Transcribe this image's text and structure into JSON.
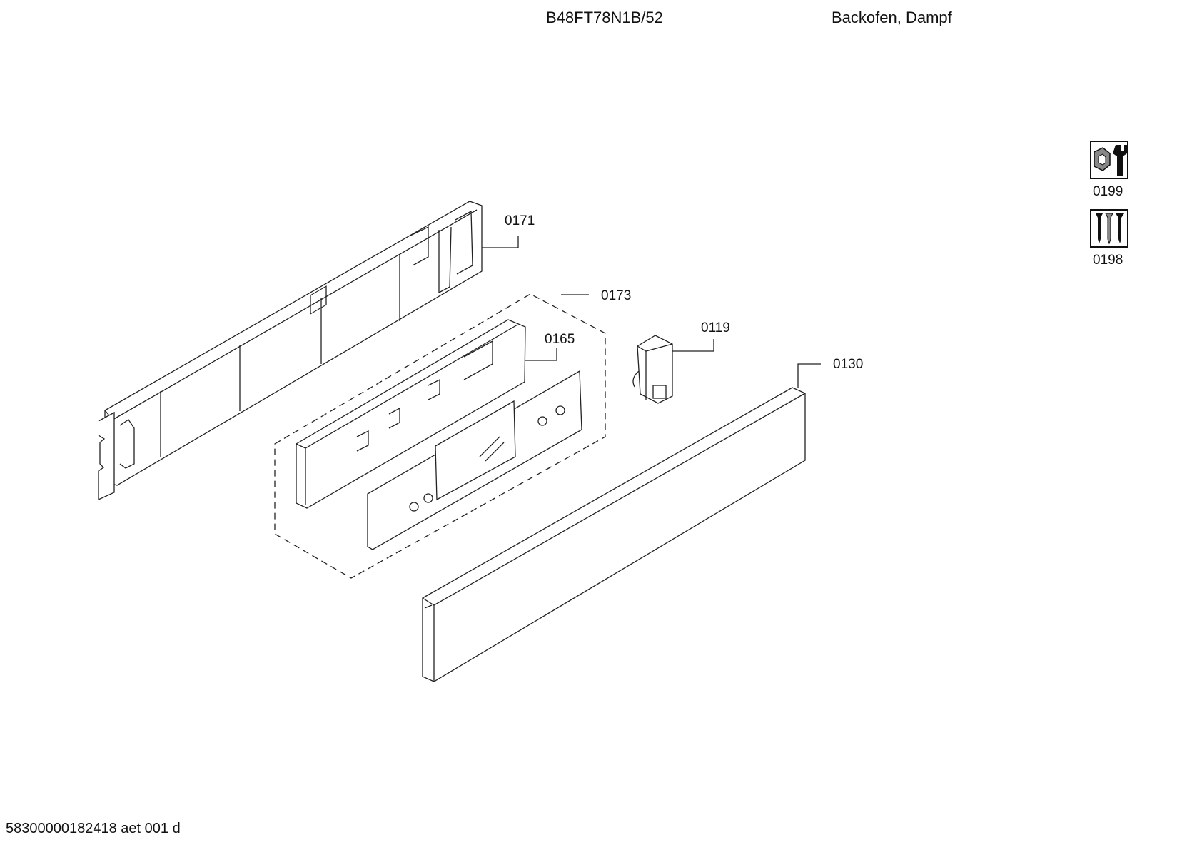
{
  "header": {
    "model": "B48FT78N1B/52",
    "description": "Backofen, Dampf"
  },
  "parts": {
    "p0171": "0171",
    "p0173": "0173",
    "p0165": "0165",
    "p0119": "0119",
    "p0130": "0130"
  },
  "service_icons": [
    {
      "label": "0199",
      "icon": "wrench-nut-icon"
    },
    {
      "label": "0198",
      "icon": "screws-icon"
    }
  ],
  "footer": {
    "doc_id": "58300000182418 aet 001 d"
  }
}
